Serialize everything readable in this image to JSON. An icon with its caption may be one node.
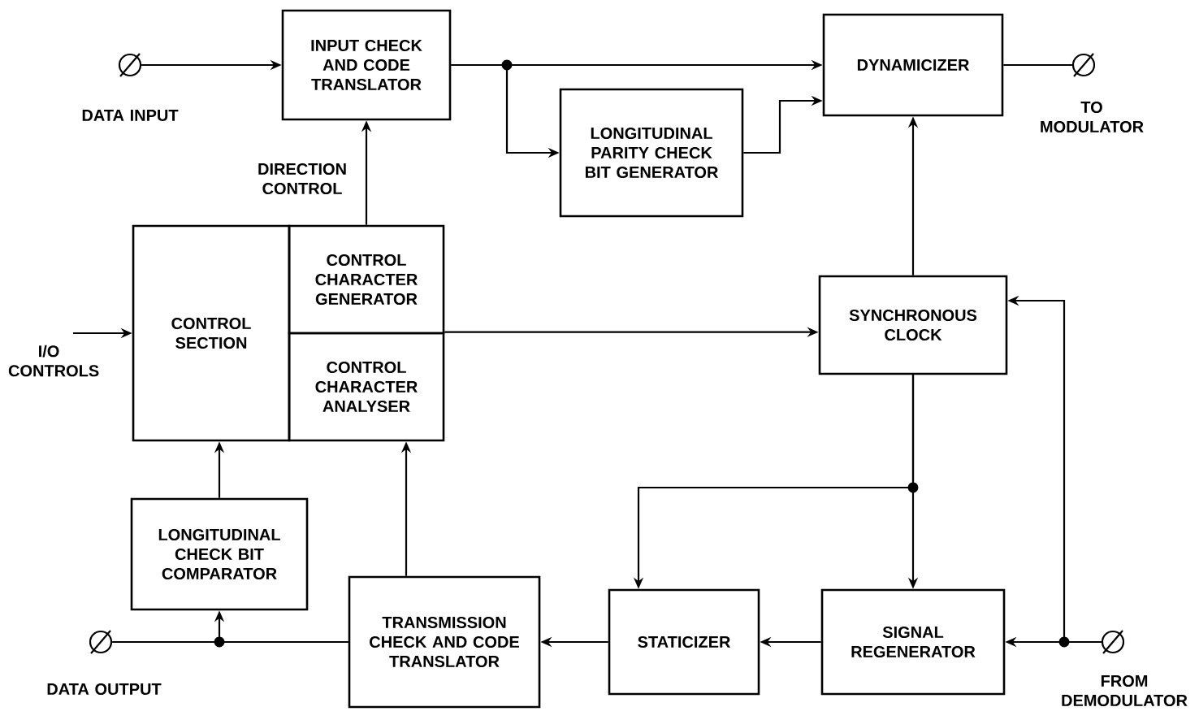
{
  "diagram": {
    "nodes": [
      {
        "text": [],
        "shape": "circle",
        "beside": [
          "DATA INPUT"
        ]
      },
      {
        "text": [
          "INPUT CHECK AND CODE TRANSLATOR"
        ]
      },
      {
        "text": [
          "LONGITUDINAL PARITY CHECK BIT GENERATOR"
        ]
      },
      {
        "text": [
          "DYNAMICIZER"
        ]
      },
      {
        "text": [],
        "shape": "circle",
        "beside": [
          "TO MODULATOR"
        ]
      },
      {
        "text": [
          "CONTROL SECTION"
        ]
      },
      {
        "text": [
          "CONTROL CHARACTER GENERATOR"
        ]
      },
      {
        "text": [
          "CONTROL CHARACTER ANALYSER"
        ]
      },
      {
        "text": [
          "SYNCHRONOUS CLOCK"
        ]
      },
      {
        "text": [
          "LONGITUDINAL CHECK BIT COMPARATOR"
        ]
      },
      {
        "text": [
          "TRANSMISSION CHECK AND CODE TRANSLATOR"
        ]
      },
      {
        "text": [
          "STATICIZER"
        ]
      },
      {
        "text": [
          "SIGNAL REGENERATOR"
        ]
      },
      {
        "text": [],
        "shape": "circle",
        "beside": [
          "FROM DEMODULATOR"
        ]
      },
      {
        "text": [],
        "shape": "circle",
        "beside": [
          "DATA OUTPUT"
        ]
      }
    ],
    "edges": [
      {
        "from": 0,
        "to": 1,
        "arrow": "to"
      },
      {
        "from": 1,
        "to": 3,
        "arrow": "to"
      },
      {
        "from": 1,
        "to": 2,
        "arrow": "to"
      },
      {
        "from": 2,
        "to": 3,
        "arrow": "to"
      },
      {
        "from": 3,
        "to": 4,
        "arrow": "none"
      },
      {
        "from": 6,
        "to": 1,
        "arrow": "to",
        "label": "DIRECTION CONTROL"
      },
      {
        "from": null,
        "to": 5,
        "arrow": "to",
        "label": "I/O CONTROLS"
      },
      {
        "from": 7,
        "to": 8,
        "arrow": "to"
      },
      {
        "from": 8,
        "to": 3,
        "arrow": "to"
      },
      {
        "from": 13,
        "to": 12,
        "arrow": "to"
      },
      {
        "from": 13,
        "to": 8,
        "arrow": "to"
      },
      {
        "from": 8,
        "to": 11,
        "arrow": "to"
      },
      {
        "from": 8,
        "to": 12,
        "arrow": "to"
      },
      {
        "from": 12,
        "to": 11,
        "arrow": "to"
      },
      {
        "from": 11,
        "to": 10,
        "arrow": "to"
      },
      {
        "from": 10,
        "to": 7,
        "arrow": "to"
      },
      {
        "from": 10,
        "to": 14,
        "arrow": "none"
      },
      {
        "from": 10,
        "to": 9,
        "arrow": "to"
      },
      {
        "from": 9,
        "to": 5,
        "arrow": "to"
      }
    ]
  }
}
